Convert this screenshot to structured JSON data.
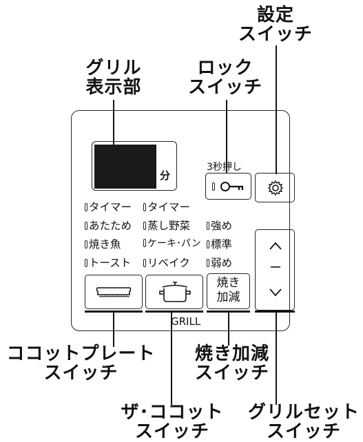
{
  "callouts": {
    "settings_switch": [
      "設定",
      "スイッチ"
    ],
    "lock_switch": [
      "ロック",
      "スイッチ"
    ],
    "grill_display": [
      "グリル",
      "表示部"
    ],
    "cocotte_plate_switch": [
      "ココットプレート",
      "スイッチ"
    ],
    "doneness_switch": [
      "焼き加減",
      "スイッチ"
    ],
    "the_cocotte_switch": [
      "ザ･ココット",
      "スイッチ"
    ],
    "grill_set_switch": [
      "グリルセット",
      "スイッチ"
    ]
  },
  "panel": {
    "display_unit": "分",
    "lock_hint": "3秒押し",
    "grill_label": "GRILL",
    "column1": [
      "タイマー",
      "あたため",
      "焼き魚",
      "トースト"
    ],
    "column2": [
      "タイマー",
      "蒸し野菜",
      "ケーキ･パン",
      "リベイク"
    ],
    "column3": [
      "強め",
      "標準",
      "弱め"
    ],
    "doneness_button": [
      "焼き",
      "加減"
    ]
  },
  "icons": [
    "key-icon",
    "gear-icon",
    "plate-icon",
    "pot-icon",
    "chevron-up-icon",
    "minus-icon",
    "chevron-down-icon"
  ]
}
